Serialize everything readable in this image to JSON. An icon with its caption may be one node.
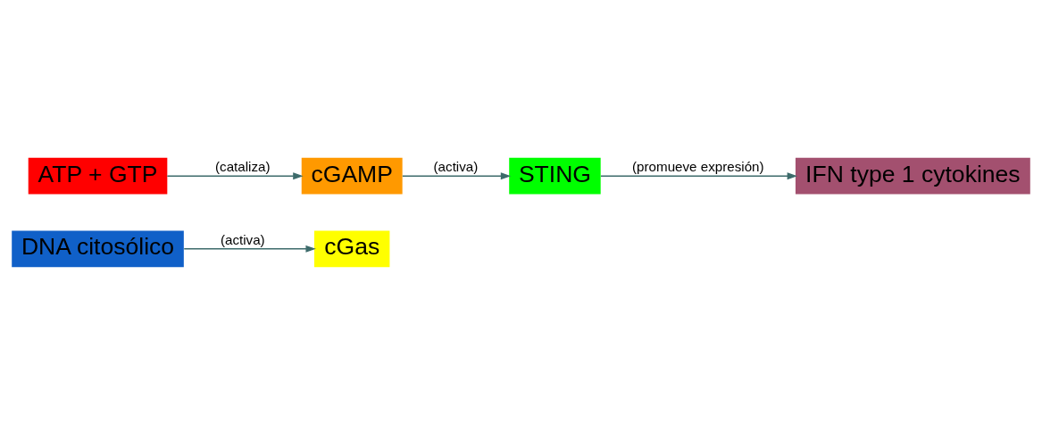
{
  "diagram": {
    "nodes": [
      {
        "text": [
          "DNA citosólico"
        ]
      },
      {
        "text": [
          "cGas"
        ]
      },
      {
        "text": [
          "ATP + GTP"
        ]
      },
      {
        "text": [
          "cGAMP"
        ]
      },
      {
        "text": [
          "STING"
        ]
      },
      {
        "text": [
          "IFN type 1 cytokines"
        ]
      }
    ],
    "edges": [
      {
        "from": 0,
        "to": 1,
        "arrow": "to",
        "label": "(activa)"
      },
      {
        "from": 2,
        "to": 3,
        "arrow": "to",
        "label": "(cataliza)"
      },
      {
        "from": 3,
        "to": 4,
        "arrow": "to",
        "label": "(activa)"
      },
      {
        "from": 4,
        "to": 5,
        "arrow": "to",
        "label": "(promueve expresión)"
      }
    ]
  }
}
